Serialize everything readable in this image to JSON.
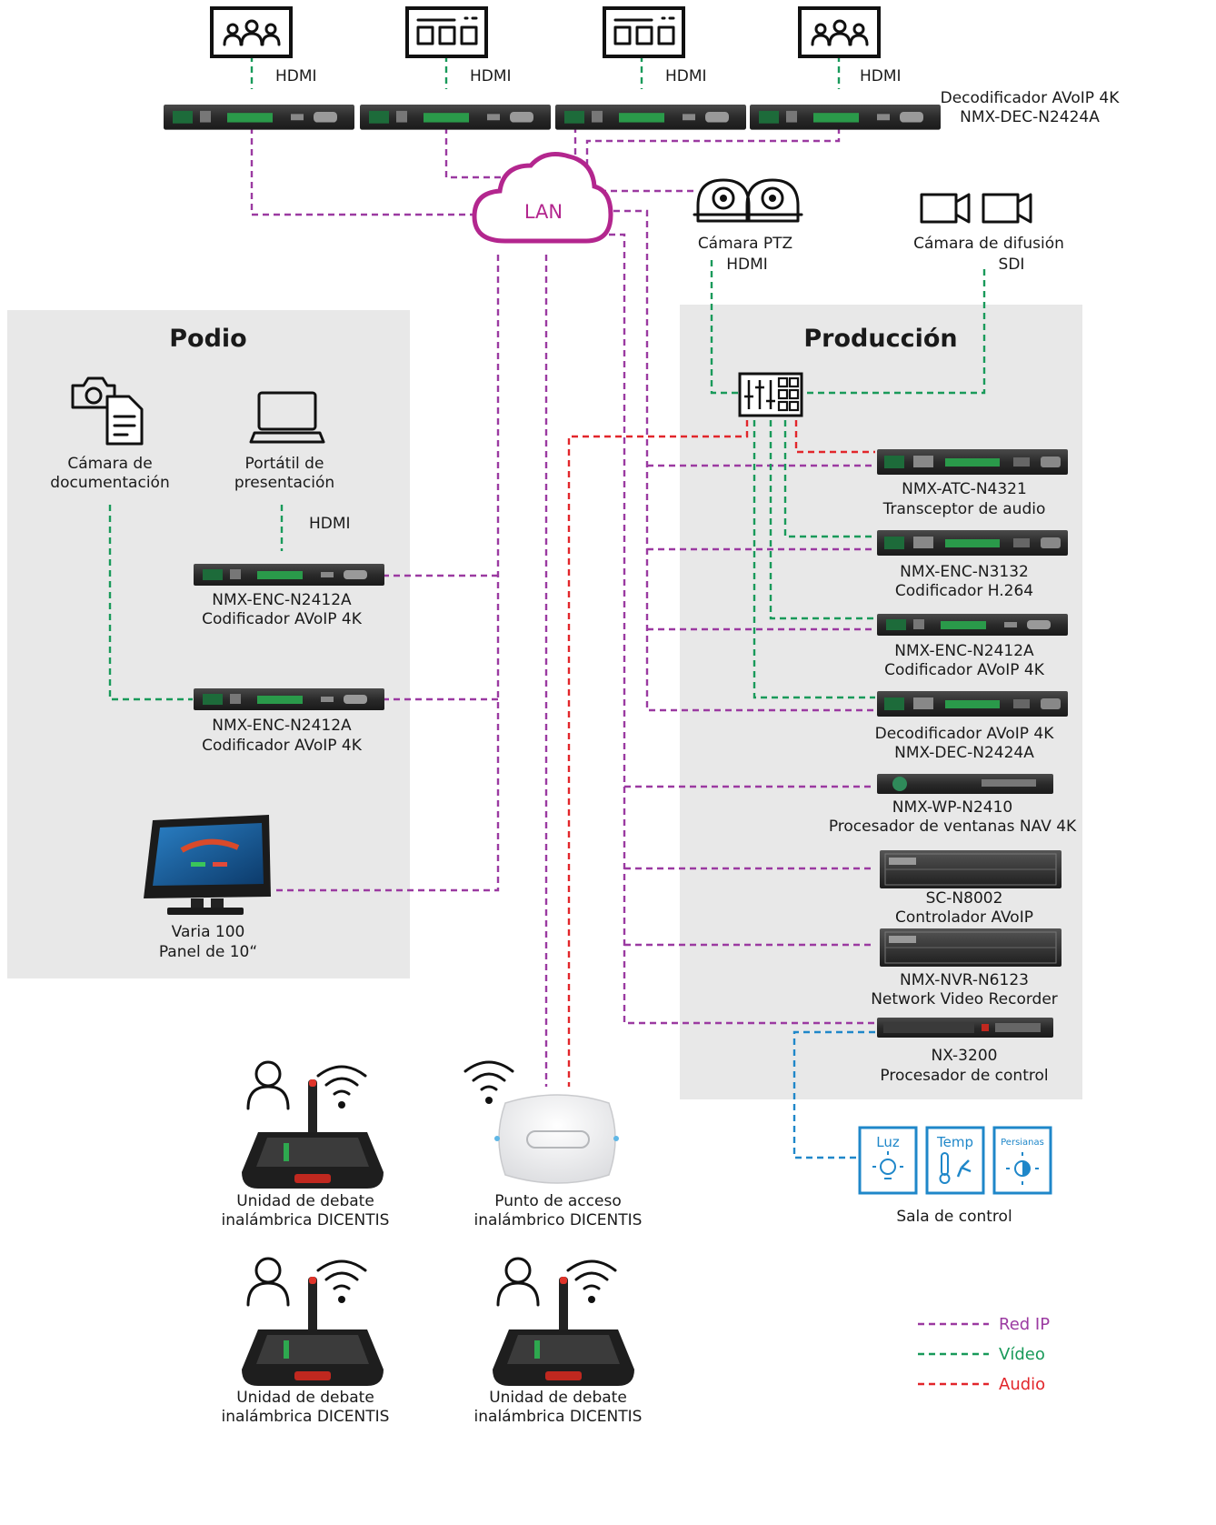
{
  "zones": {
    "podium_title": "Podio",
    "production_title": "Producción"
  },
  "lan": {
    "label": "LAN"
  },
  "top_decoders": {
    "hdmi_label": "HDMI",
    "label_line1": "Decodificador AVoIP 4K",
    "label_line2": "NMX-DEC-N2424A"
  },
  "cameras": {
    "ptz_line1": "Cámara PTZ",
    "ptz_line2": "HDMI",
    "broadcast_line1": "Cámara de difusión",
    "broadcast_line2": "SDI"
  },
  "podium": {
    "doc_camera_line1": "Cámara de",
    "doc_camera_line2": "documentación",
    "laptop_line1": "Portátil de",
    "laptop_line2": "presentación",
    "hdmi_label": "HDMI",
    "encoder1_line1": "NMX-ENC-N2412A",
    "encoder1_line2": "Codificador AVoIP 4K",
    "encoder2_line1": "NMX-ENC-N2412A",
    "encoder2_line2": "Codificador AVoIP 4K",
    "panel_line1": "Varia 100",
    "panel_line2": "Panel de 10“"
  },
  "production_devices": [
    {
      "line1": "NMX-ATC-N4321",
      "line2": "Transceptor de audio"
    },
    {
      "line1": "NMX-ENC-N3132",
      "line2": "Codificador H.264"
    },
    {
      "line1": "NMX-ENC-N2412A",
      "line2": "Codificador AVoIP 4K"
    },
    {
      "line1": "Decodificador AVoIP 4K",
      "line2": "NMX-DEC-N2424A"
    },
    {
      "line1": "NMX-WP-N2410",
      "line2": "Procesador de ventanas NAV 4K"
    },
    {
      "line1": "SC-N8002",
      "line2": "Controlador AVoIP"
    },
    {
      "line1": "NMX-NVR-N6123",
      "line2": "Network Video Recorder"
    },
    {
      "line1": "NX-3200",
      "line2": "Procesador de control"
    }
  ],
  "control_room": {
    "label": "Sala de control",
    "tiles": [
      "Luz",
      "Temp",
      "Persianas"
    ]
  },
  "wireless": {
    "unit_line1": "Unidad de debate",
    "unit_line2": "inalámbrica DICENTIS",
    "ap_line1": "Punto de acceso",
    "ap_line2": "inalámbrico DICENTIS"
  },
  "legend": [
    {
      "label": "Red IP",
      "color": "#9b3aa1"
    },
    {
      "label": "Vídeo",
      "color": "#199a5a"
    },
    {
      "label": "Audio",
      "color": "#e2262b"
    }
  ]
}
